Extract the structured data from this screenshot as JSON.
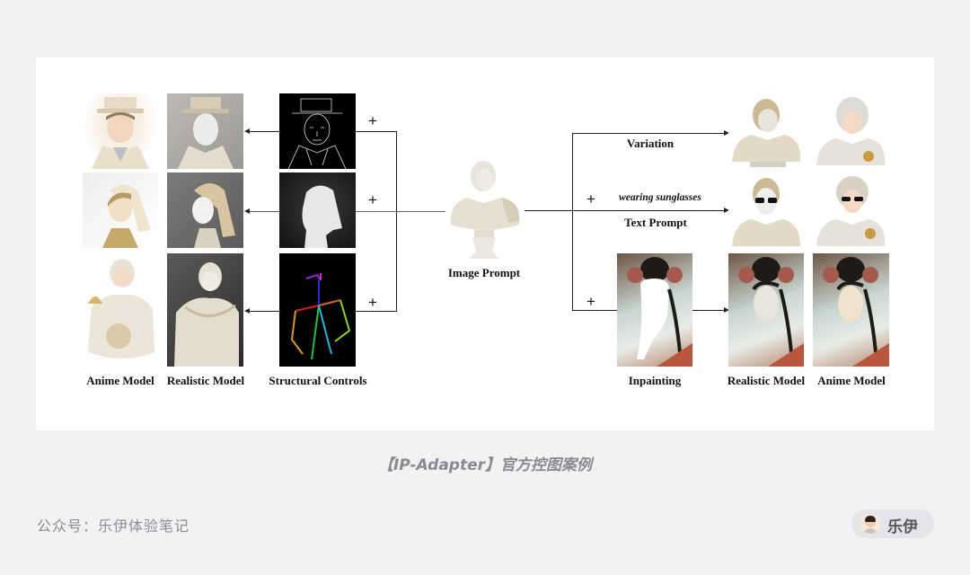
{
  "diagram": {
    "left_section": {
      "column_labels": {
        "anime": "Anime Model",
        "realistic": "Realistic Model",
        "structural": "Structural Controls"
      },
      "rows": [
        {
          "control": "canny-edge-map",
          "plus": "+"
        },
        {
          "control": "depth-map",
          "plus": "+"
        },
        {
          "control": "openpose-skeleton",
          "plus": "+"
        }
      ]
    },
    "center": {
      "label": "Image Prompt"
    },
    "right_section": {
      "variation_label": "Variation",
      "text_prompt_plus": "+",
      "text_prompt_value": "wearing sunglasses",
      "text_prompt_label": "Text Prompt",
      "inpainting_plus": "+",
      "inpainting_label": "Inpainting",
      "realistic_label": "Realistic Model",
      "anime_label": "Anime Model"
    }
  },
  "caption": "【IP-Adapter】官方控图案例",
  "footer": {
    "account": "公众号：乐伊体验笔记",
    "author": "乐伊"
  },
  "colors": {
    "page_bg": "#f1f2f4",
    "card_bg": "#ffffff",
    "caption": "#8a8b8f",
    "line": "#222222",
    "pill_bg": "#e4e5e9"
  }
}
